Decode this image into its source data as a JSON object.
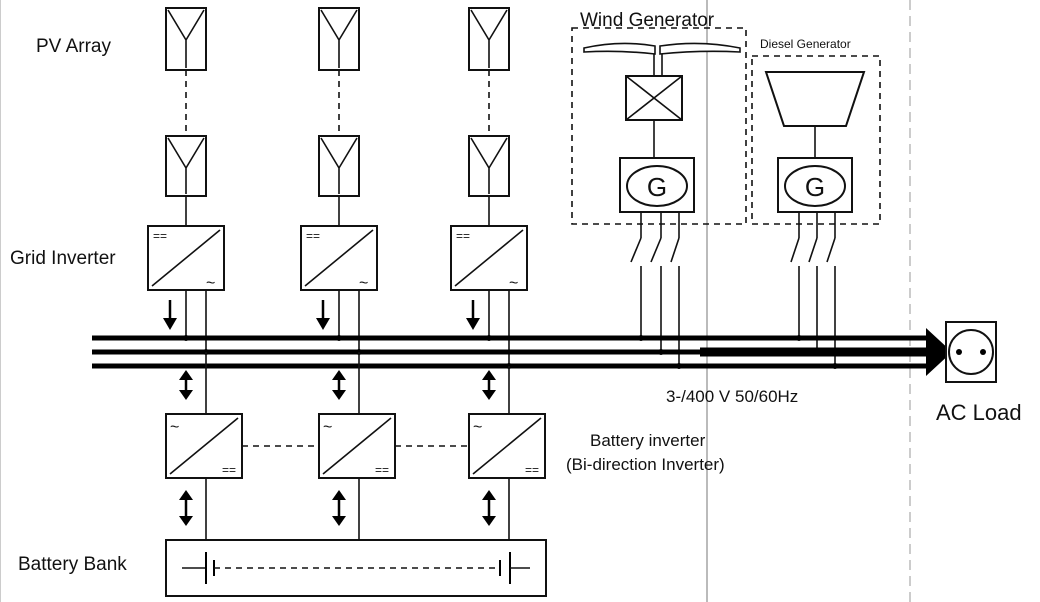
{
  "labels": {
    "pv_array": "PV Array",
    "wind_generator": "Wind Generator",
    "diesel_generator": "Diesel Generator",
    "grid_inverter": "Grid Inverter",
    "ac_load": "AC Load",
    "bus_voltage": "3-/400 V 50/60Hz",
    "battery_inverter_line1": "Battery inverter",
    "battery_inverter_line2": "(Bi-direction Inverter)",
    "battery_bank": "Battery Bank",
    "generator_symbol": "G",
    "dc_symbol": "==",
    "ac_symbol": "~"
  },
  "colors": {
    "ink": "#111111",
    "background": "#ffffff"
  }
}
